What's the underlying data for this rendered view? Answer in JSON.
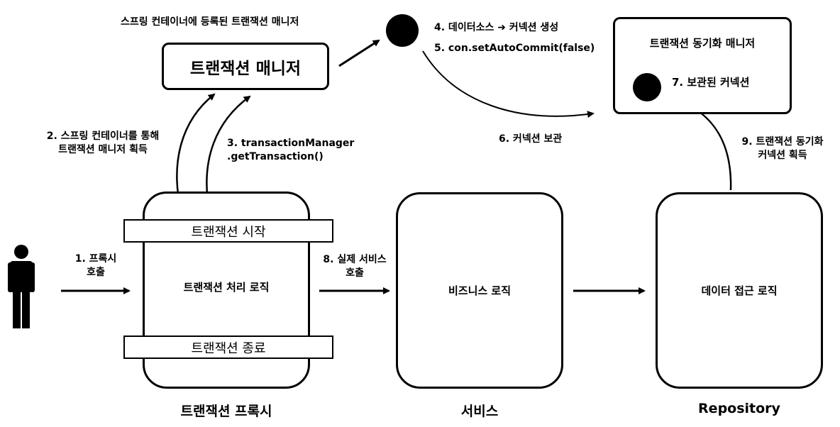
{
  "top_caption": "스프링 컨테이너에 등록된 트랜잭션 매니저",
  "transaction_manager": {
    "label": "트랜잭션 매니저"
  },
  "sync_manager": {
    "title": "트랜잭션 동기화 매니저",
    "stored_connection": "7. 보관된 커넥션"
  },
  "steps": {
    "s1": [
      "1. 프록시",
      "호출"
    ],
    "s2": [
      "2. 스프링 컨테이너를 통해",
      "트랜잭션 매니저 획득"
    ],
    "s3": [
      "3. transactionManager",
      ".getTransaction()"
    ],
    "s4": "4. 데이터소스 ➜ 커넥션 생성",
    "s5": "5. con.setAutoCommit(false)",
    "s6": "6. 커넥션 보관",
    "s8": [
      "8. 실제 서비스",
      "호출"
    ],
    "s9": [
      "9. 트랜잭션 동기화",
      "커넥션 획득"
    ]
  },
  "proxy": {
    "start_bar": "트랜잭션 시작",
    "logic": "트랜잭션 처리 로직",
    "end_bar": "트랜잭션 종료",
    "caption": "트랜잭션 프록시"
  },
  "service": {
    "logic": "비즈니스 로직",
    "caption": "서비스"
  },
  "repository": {
    "logic": "데이터 접근 로직",
    "caption": "Repository"
  }
}
